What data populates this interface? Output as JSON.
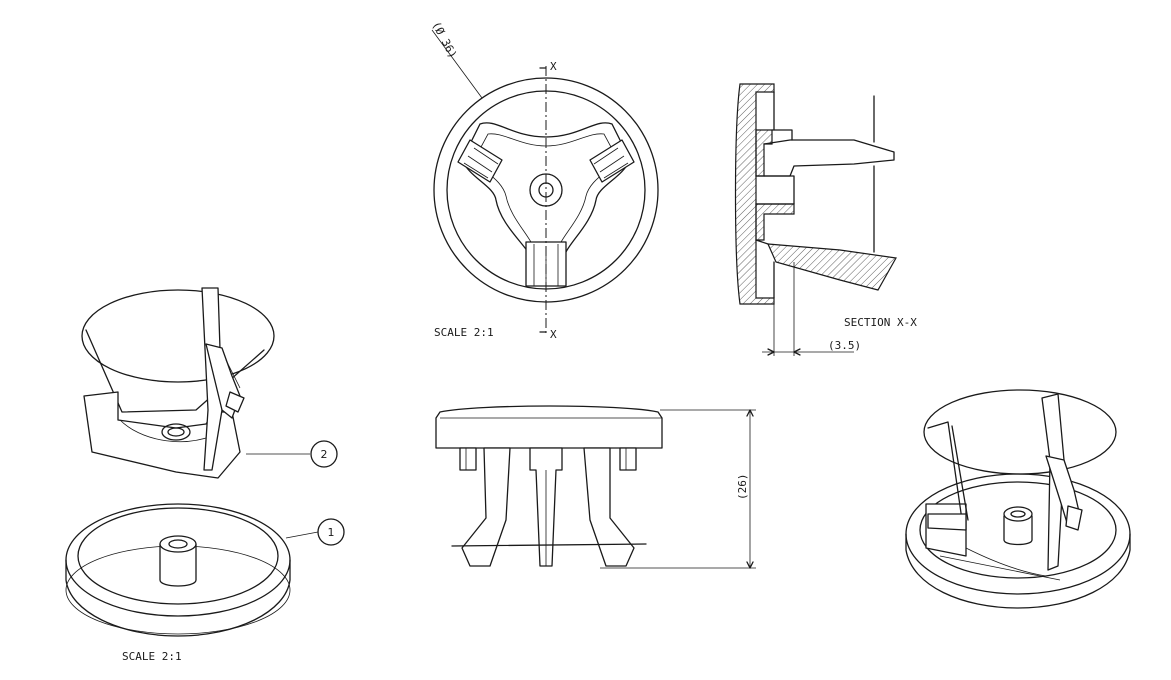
{
  "annotations": {
    "front_scale": "SCALE 2:1",
    "iso_scale": "SCALE 2:1",
    "section_title": "SECTION X-X",
    "diameter": "(Ø 36)",
    "height": "(26)",
    "thickness": "(3.5)",
    "section_mark_top": "X",
    "section_mark_bottom": "X"
  },
  "balloons": {
    "part_1": "1",
    "part_2": "2"
  }
}
